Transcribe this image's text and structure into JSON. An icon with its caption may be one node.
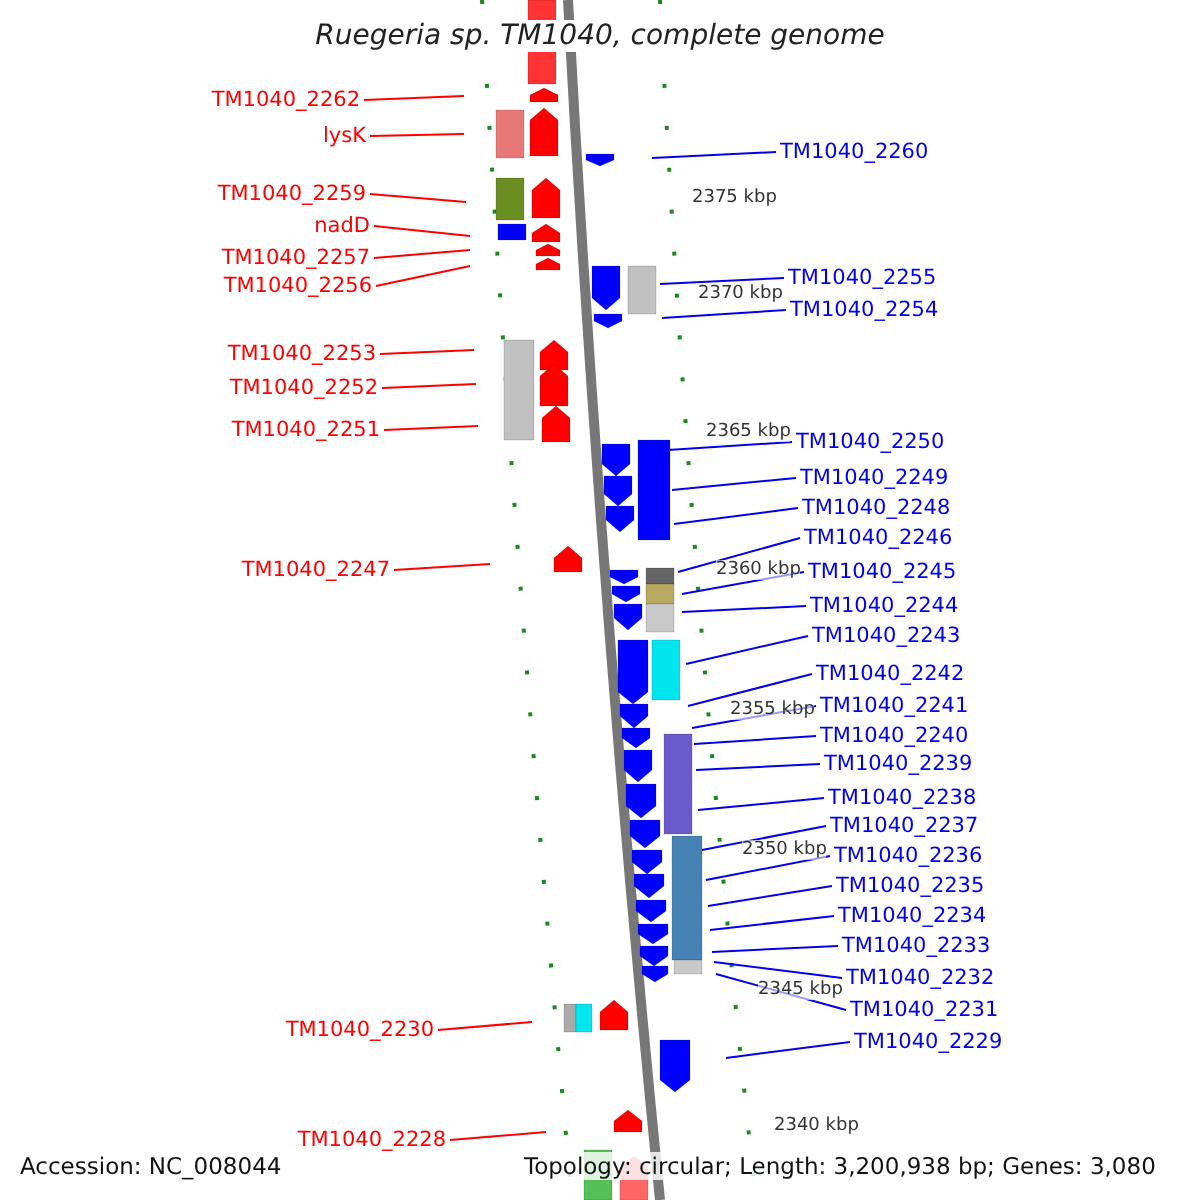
{
  "diagram": {
    "title": "Ruegeria sp. TM1040, complete genome",
    "nodes": [
      {
        "text": [
          "TM1040_2262"
        ]
      },
      {
        "text": [
          "lysK"
        ]
      },
      {
        "text": [
          "TM1040_2260"
        ]
      },
      {
        "text": [
          "TM1040_2259"
        ]
      },
      {
        "text": [
          "nadD"
        ]
      },
      {
        "text": [
          "TM1040_2257"
        ]
      },
      {
        "text": [
          "TM1040_2255"
        ]
      },
      {
        "text": [
          "TM1040_2256"
        ]
      },
      {
        "text": [
          "TM1040_2254"
        ]
      },
      {
        "text": [
          "TM1040_2253"
        ]
      },
      {
        "text": [
          "TM1040_2252"
        ]
      },
      {
        "text": [
          "TM1040_2251"
        ]
      },
      {
        "text": [
          "TM1040_2250"
        ]
      },
      {
        "text": [
          "TM1040_2249"
        ]
      },
      {
        "text": [
          "TM1040_2248"
        ]
      },
      {
        "text": [
          "TM1040_2246"
        ]
      },
      {
        "text": [
          "TM1040_2247"
        ]
      },
      {
        "text": [
          "TM1040_2245"
        ]
      },
      {
        "text": [
          "TM1040_2244"
        ]
      },
      {
        "text": [
          "TM1040_2243"
        ]
      },
      {
        "text": [
          "TM1040_2242"
        ]
      },
      {
        "text": [
          "TM1040_2241"
        ]
      },
      {
        "text": [
          "TM1040_2240"
        ]
      },
      {
        "text": [
          "TM1040_2239"
        ]
      },
      {
        "text": [
          "TM1040_2238"
        ]
      },
      {
        "text": [
          "TM1040_2237"
        ]
      },
      {
        "text": [
          "TM1040_2236"
        ]
      },
      {
        "text": [
          "TM1040_2235"
        ]
      },
      {
        "text": [
          "TM1040_2234"
        ]
      },
      {
        "text": [
          "TM1040_2233"
        ]
      },
      {
        "text": [
          "TM1040_2232"
        ]
      },
      {
        "text": [
          "TM1040_2231"
        ]
      },
      {
        "text": [
          "TM1040_2230"
        ]
      },
      {
        "text": [
          "TM1040_2229"
        ]
      },
      {
        "text": [
          "TM1040_2228"
        ]
      }
    ],
    "edges": [
      {
        "from": 0,
        "to": null,
        "arrow": "none",
        "color": "#ff0000"
      },
      {
        "from": 1,
        "to": null,
        "arrow": "none",
        "color": "#ff0000"
      },
      {
        "from": 2,
        "to": null,
        "arrow": "none"
      },
      {
        "from": 3,
        "to": null,
        "arrow": "none",
        "color": "#ff0000"
      },
      {
        "from": 4,
        "to": null,
        "arrow": "none",
        "color": "#ff0000"
      },
      {
        "from": 5,
        "to": null,
        "arrow": "none",
        "color": "#ff0000"
      },
      {
        "from": 6,
        "to": null,
        "arrow": "none"
      },
      {
        "from": 7,
        "to": null,
        "arrow": "none",
        "color": "#ff0000"
      },
      {
        "from": 8,
        "to": null,
        "arrow": "none"
      },
      {
        "from": 9,
        "to": null,
        "arrow": "none",
        "color": "#ff0000"
      },
      {
        "from": 10,
        "to": null,
        "arrow": "none",
        "color": "#ff0000"
      },
      {
        "from": 11,
        "to": null,
        "arrow": "none",
        "color": "#ff0000"
      },
      {
        "from": 12,
        "to": null,
        "arrow": "none"
      },
      {
        "from": 13,
        "to": null,
        "arrow": "none"
      },
      {
        "from": 14,
        "to": null,
        "arrow": "none"
      },
      {
        "from": 15,
        "to": null,
        "arrow": "none"
      },
      {
        "from": 16,
        "to": null,
        "arrow": "none",
        "color": "#ff0000"
      },
      {
        "from": 17,
        "to": null,
        "arrow": "none"
      },
      {
        "from": 18,
        "to": null,
        "arrow": "none"
      },
      {
        "from": 19,
        "to": null,
        "arrow": "none"
      },
      {
        "from": 20,
        "to": null,
        "arrow": "none"
      },
      {
        "from": 21,
        "to": null,
        "arrow": "none"
      },
      {
        "from": 22,
        "to": null,
        "arrow": "none"
      },
      {
        "from": 23,
        "to": null,
        "arrow": "none"
      },
      {
        "from": 24,
        "to": null,
        "arrow": "none"
      },
      {
        "from": 25,
        "to": null,
        "arrow": "none"
      },
      {
        "from": 26,
        "to": null,
        "arrow": "none"
      },
      {
        "from": 27,
        "to": null,
        "arrow": "none"
      },
      {
        "from": 28,
        "to": null,
        "arrow": "none"
      },
      {
        "from": 29,
        "to": null,
        "arrow": "none"
      },
      {
        "from": 30,
        "to": null,
        "arrow": "none"
      },
      {
        "from": 31,
        "to": null,
        "arrow": "none"
      },
      {
        "from": 32,
        "to": null,
        "arrow": "none",
        "color": "#ff0000"
      },
      {
        "from": 33,
        "to": null,
        "arrow": "none"
      },
      {
        "from": 34,
        "to": null,
        "arrow": "none",
        "color": "#ff0000"
      }
    ],
    "labels": [
      "2375 kbp",
      "2370 kbp",
      "2365 kbp",
      "2360 kbp",
      "2355 kbp",
      "2350 kbp",
      "2345 kbp",
      "2340 kbp",
      "Accession: NC_008044",
      "Topology: circular; Length: 3,200,938 bp; Genes: 3,080"
    ]
  }
}
